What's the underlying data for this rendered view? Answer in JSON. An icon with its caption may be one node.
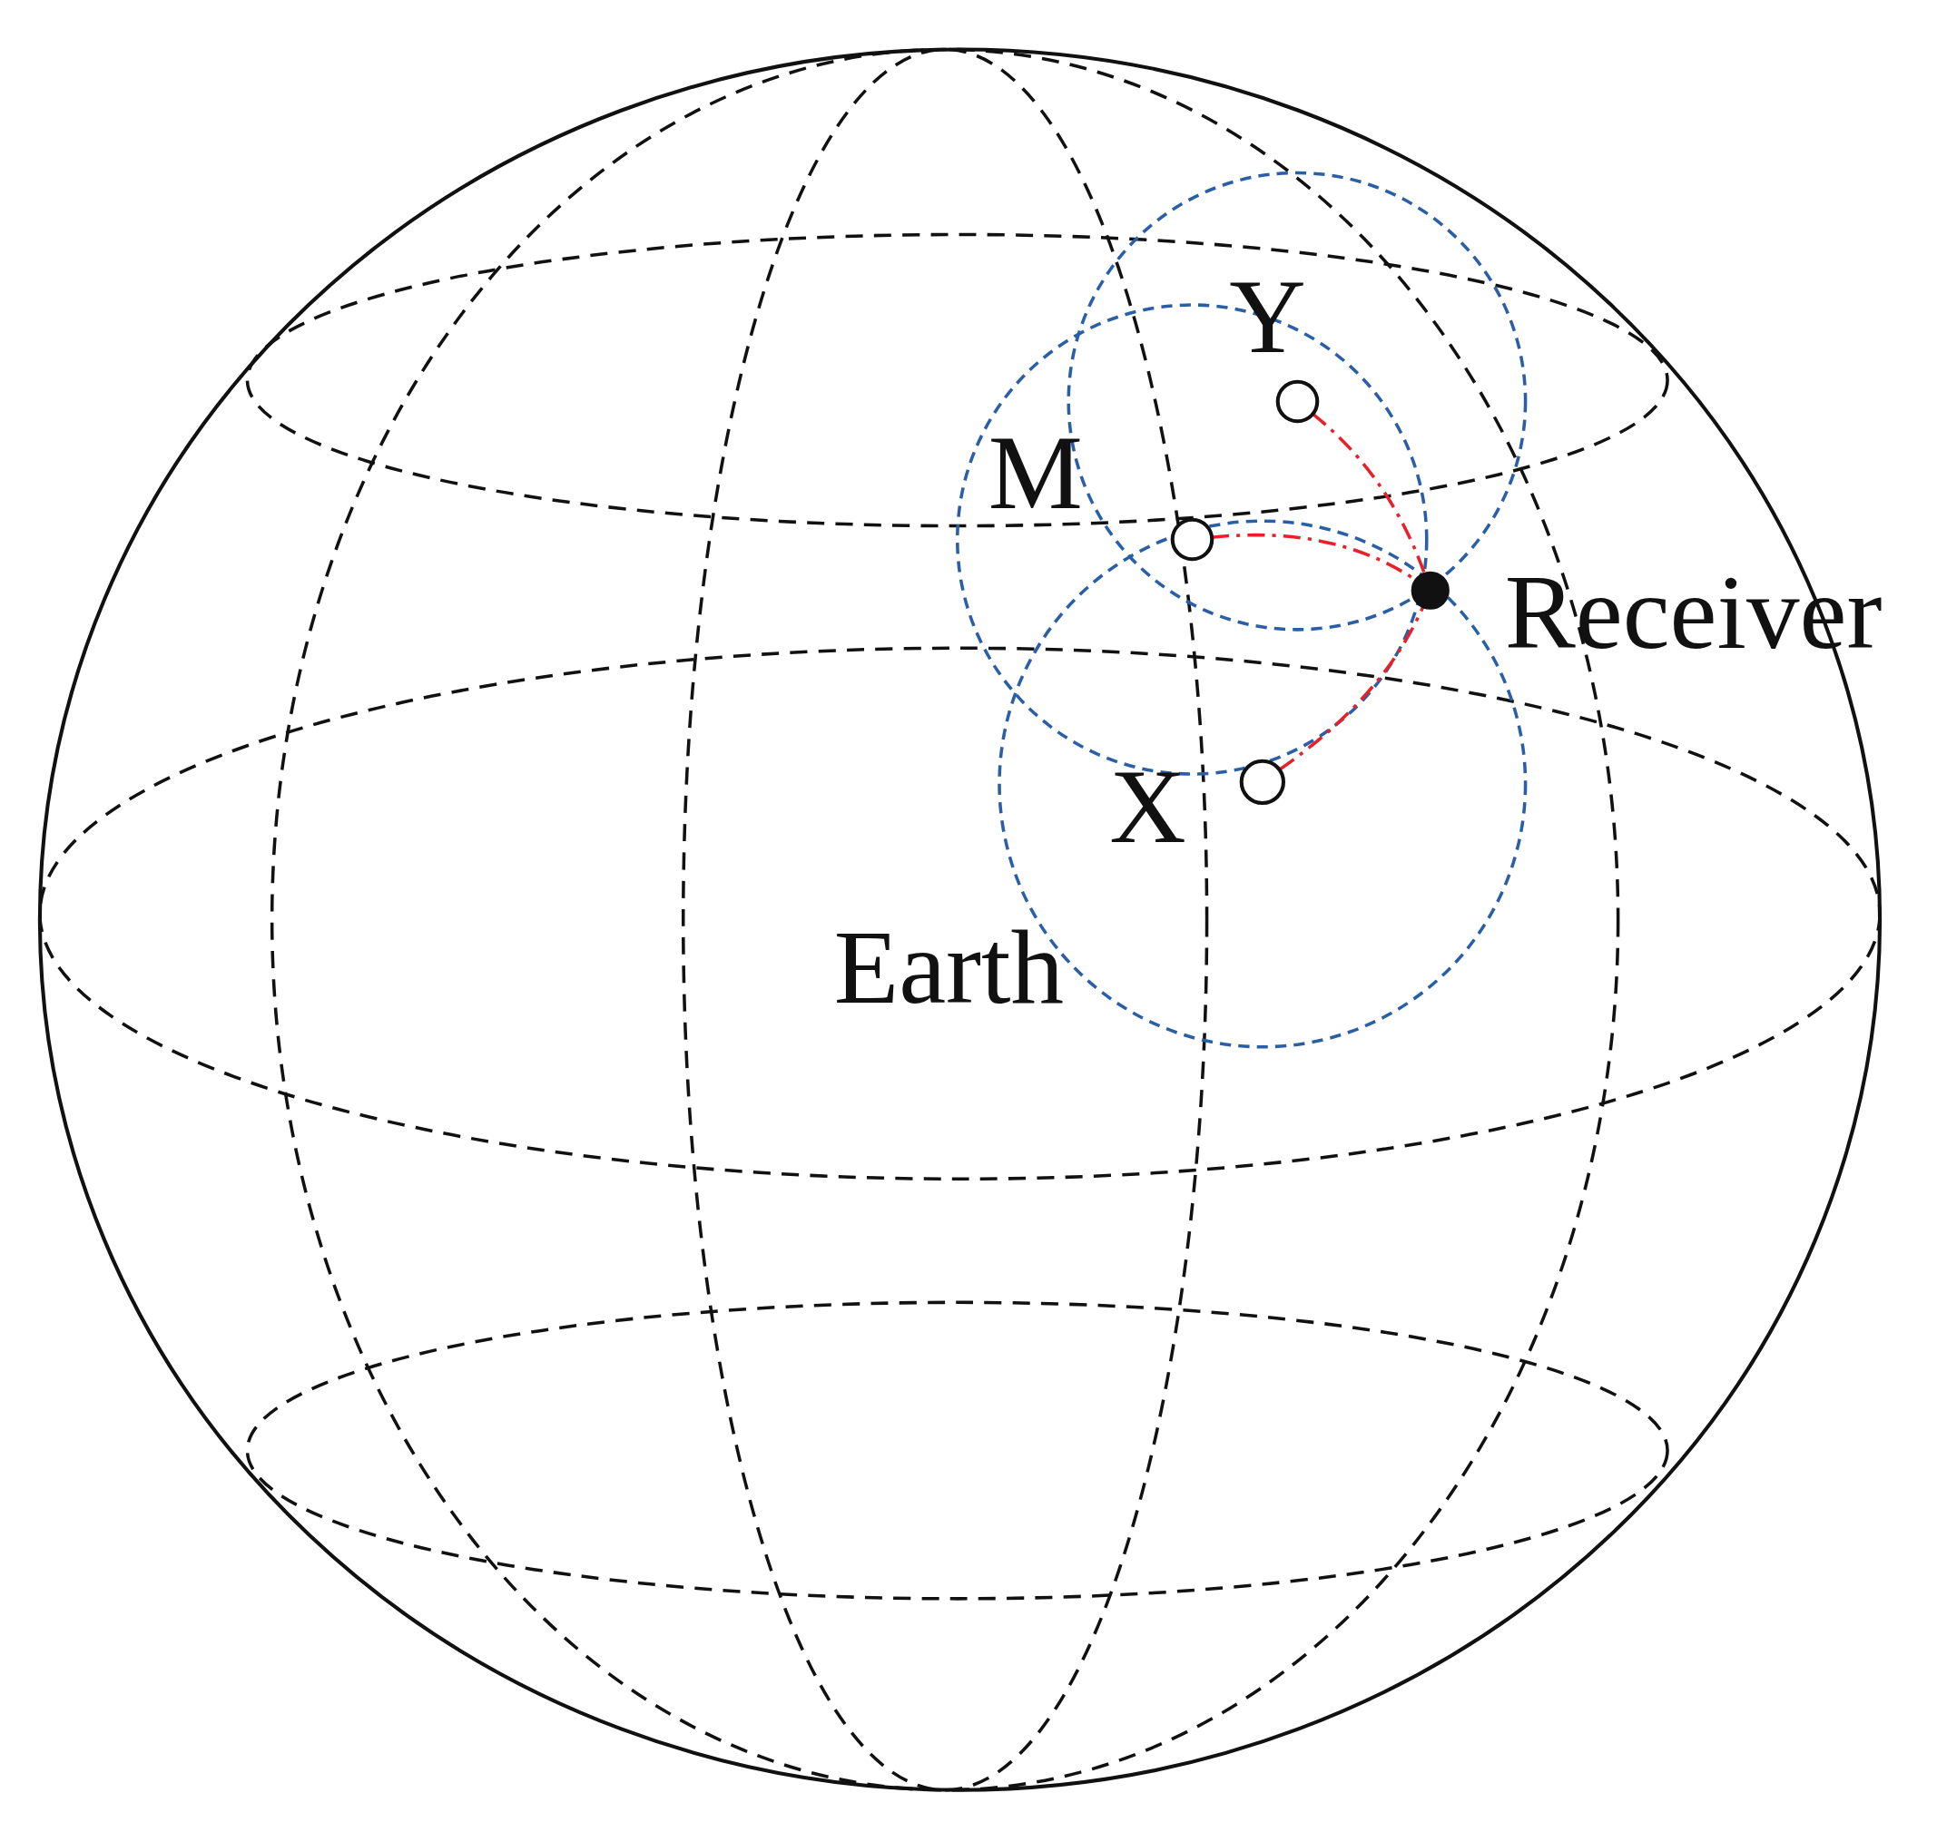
{
  "diagram": {
    "nodes": [
      {
        "text": [],
        "shape": "circle",
        "beside": [
          "Y"
        ]
      },
      {
        "text": [],
        "shape": "circle",
        "beside": [
          "M"
        ]
      },
      {
        "text": [],
        "shape": "circle",
        "beside": [
          "Receiver"
        ]
      },
      {
        "text": [],
        "shape": "circle",
        "beside": [
          "X"
        ]
      }
    ],
    "edges": [
      {
        "from": 0,
        "to": 2,
        "arrow": "none",
        "style": "dashed"
      },
      {
        "from": 1,
        "to": 2,
        "arrow": "none",
        "style": "dashed"
      },
      {
        "from": 3,
        "to": 2,
        "arrow": "none",
        "style": "dashed"
      }
    ],
    "labels": [
      "Earth"
    ]
  }
}
